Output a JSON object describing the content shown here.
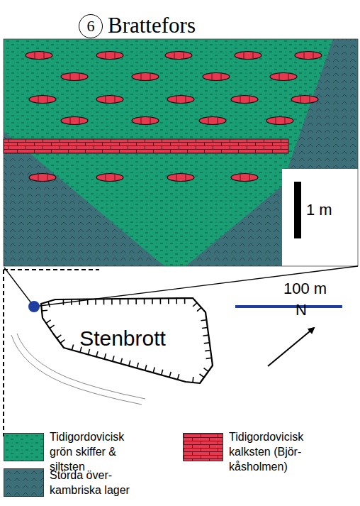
{
  "diagram": {
    "title": "Brattefors",
    "nodes": [
      {
        "text": [
          "6"
        ]
      },
      {
        "text": [
          "Stenbrott"
        ]
      }
    ],
    "labels": [
      "1 m",
      "100 m",
      "N"
    ],
    "legend": [
      {
        "text": "Tidigordovicisk grön skiffer & siltsten",
        "color": "#1a9f74"
      },
      {
        "text": "Störda över- kambriska lager",
        "color": "#3d6f78"
      },
      {
        "text": "Tidigordovicisk kalksten (Björ- kåsholmen)",
        "color": "#e63950"
      }
    ]
  }
}
